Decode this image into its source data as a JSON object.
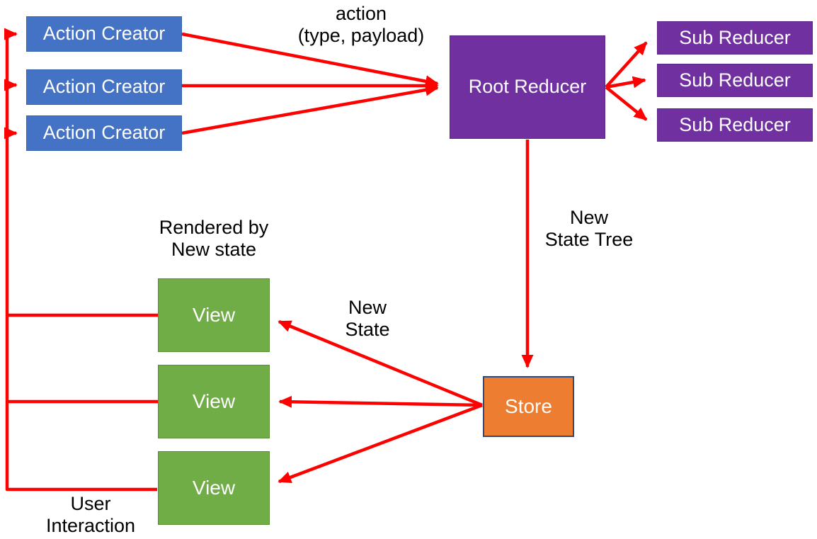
{
  "colors": {
    "background": "#FFFFFF",
    "action_creator_fill": "#4472C4",
    "action_creator_border": "#3561AD",
    "reducer_fill": "#7030A0",
    "reducer_border": "#5B2386",
    "view_fill": "#70AD47",
    "view_border": "#5A8F38",
    "store_fill": "#ED7D31",
    "store_border": "#2E4A7C",
    "arrow": "#FF0000",
    "box_text": "#FFFFFF",
    "label_text": "#000000"
  },
  "nodes": {
    "action_creators": [
      "Action Creator",
      "Action Creator",
      "Action Creator"
    ],
    "root_reducer": "Root Reducer",
    "sub_reducers": [
      "Sub Reducer",
      "Sub Reducer",
      "Sub Reducer"
    ],
    "store": "Store",
    "views": [
      "View",
      "View",
      "View"
    ]
  },
  "labels": {
    "action_line1": "action",
    "action_line2": "(type, payload)",
    "new_state_tree_line1": "New",
    "new_state_tree_line2": "State Tree",
    "new_state_line1": "New",
    "new_state_line2": "State",
    "rendered_by_line1": "Rendered by",
    "rendered_by_line2": "New state",
    "user_interaction_line1": "User",
    "user_interaction_line2": "Interaction"
  }
}
